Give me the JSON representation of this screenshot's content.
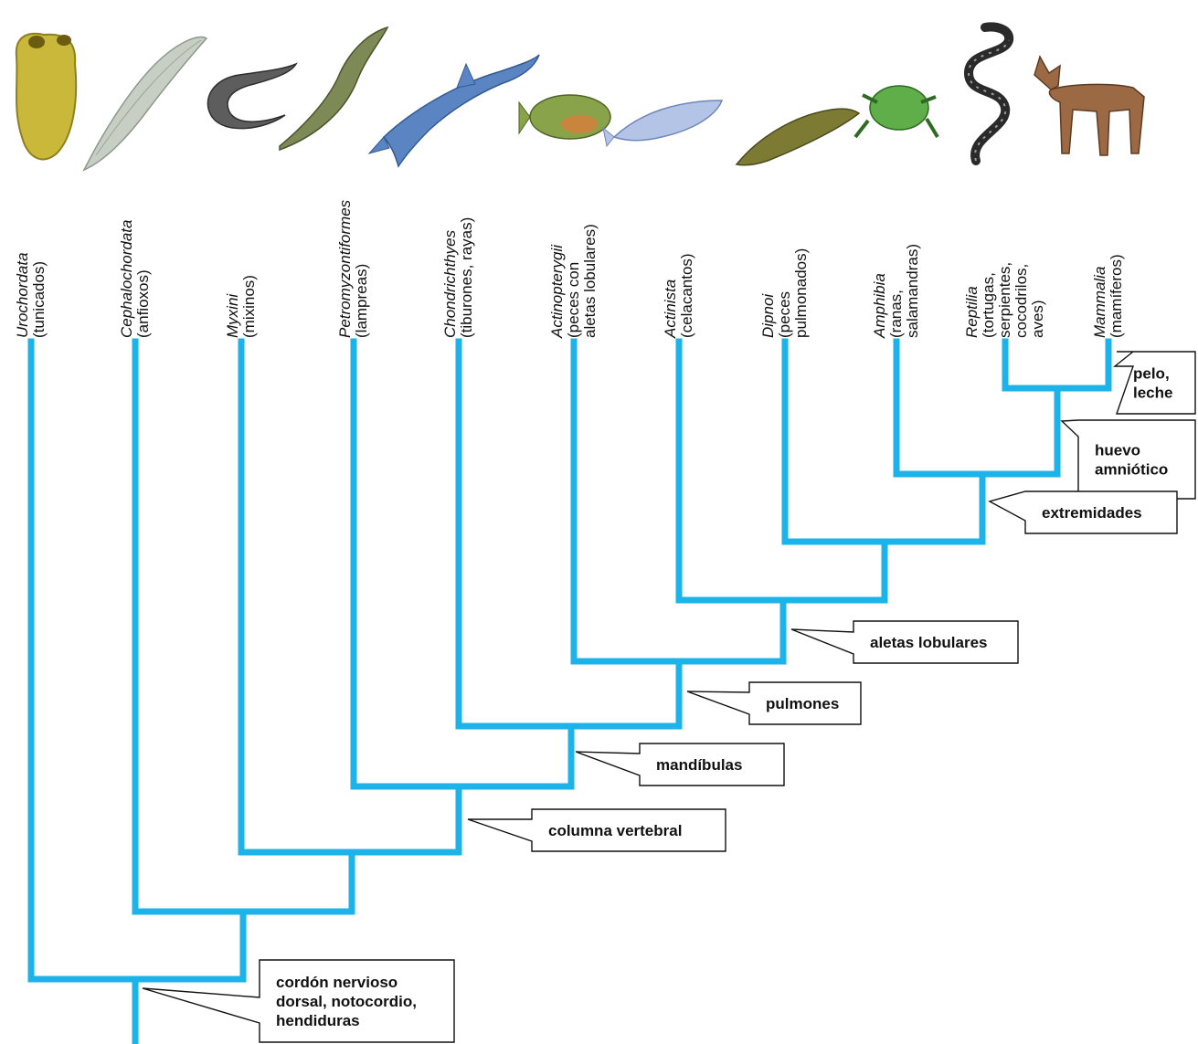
{
  "colors": {
    "branch": "#1bb3ea",
    "text": "#111111"
  },
  "taxa": [
    {
      "icon": "tunicate-icon",
      "lines": [
        "Urochordata",
        "(tunicados)"
      ]
    },
    {
      "icon": "lancelet-icon",
      "lines": [
        "Cephalochordata",
        "(anfioxos)"
      ]
    },
    {
      "icon": "hagfish-icon",
      "lines": [
        "Myxini",
        "(mixinos)"
      ]
    },
    {
      "icon": "lamprey-icon",
      "lines": [
        "Petromyzontiformes",
        "(lampreas)"
      ]
    },
    {
      "icon": "shark-icon",
      "lines": [
        "Chondrichthyes",
        "(tiburones, rayas)"
      ]
    },
    {
      "icon": "sunfish-icon",
      "lines": [
        "Actinopterygii",
        "(peces con",
        "aletas lobulares)"
      ]
    },
    {
      "icon": "coelacanth-icon",
      "lines": [
        "Actinista",
        "(celacantos)"
      ]
    },
    {
      "icon": "lungfish-icon",
      "lines": [
        "Dipnoi",
        "(peces",
        "pulmonados)"
      ]
    },
    {
      "icon": "frog-icon",
      "lines": [
        "Amphibia",
        "(ranas,",
        "salamandras)"
      ]
    },
    {
      "icon": "snake-icon",
      "lines": [
        "Reptilia",
        "(tortugas,",
        "serpientes,",
        "cocodrilos,",
        "aves)"
      ]
    },
    {
      "icon": "deer-icon",
      "lines": [
        "Mammalia",
        "(mamíferos)"
      ]
    }
  ],
  "traits": [
    {
      "id": "pelo",
      "lines": [
        "pelo,",
        "leche"
      ]
    },
    {
      "id": "huevo",
      "lines": [
        "huevo",
        "amniótico"
      ]
    },
    {
      "id": "extremidades",
      "lines": [
        "extremidades"
      ]
    },
    {
      "id": "aletas",
      "lines": [
        "aletas lobulares"
      ]
    },
    {
      "id": "pulmones",
      "lines": [
        "pulmones"
      ]
    },
    {
      "id": "mandibulas",
      "lines": [
        "mandíbulas"
      ]
    },
    {
      "id": "columna",
      "lines": [
        "columna vertebral"
      ]
    },
    {
      "id": "cordon",
      "lines": [
        "cordón nervioso",
        "dorsal, notocordio,",
        "hendiduras"
      ]
    }
  ]
}
